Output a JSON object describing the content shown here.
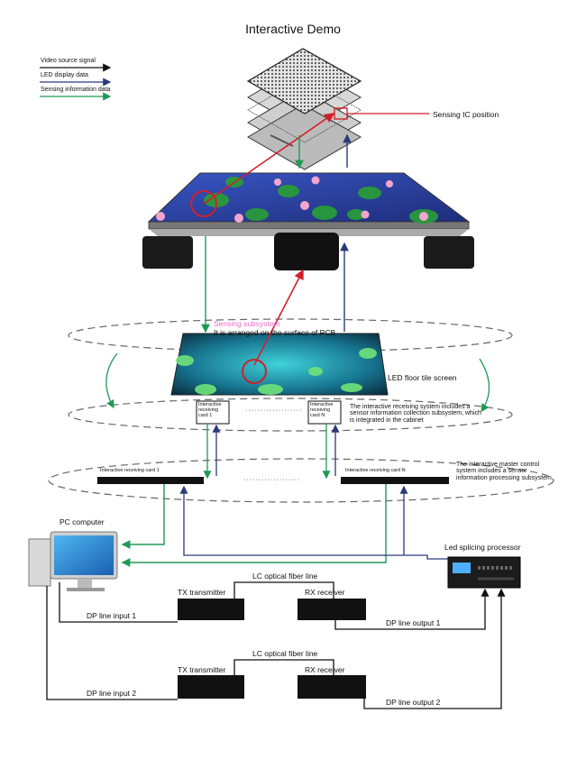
{
  "title": "Interactive Demo",
  "legend": [
    {
      "label": "Video source signal",
      "color": "#111111"
    },
    {
      "label": "LED display data",
      "color": "#2a3a7a"
    },
    {
      "label": "Sensing information data",
      "color": "#1e9a55"
    }
  ],
  "labels": {
    "sensing_ic": "Sensing IC position",
    "sensing_subsystem": "Sensing subsystem",
    "pcb_note": "It is arranged on the surface of PCB",
    "floor_tile": "LED floor tile screen",
    "card_1": "Interactive receiving card 1",
    "card_n": "Interactive receiving card N",
    "dots": "···················",
    "receiving_note": "The interactive receiving system includes a sensor information collection subsystem, which is integrated in the cabinet",
    "master_card_1": "Interactive receiving card 1",
    "master_card_n": "Interactive receiving card N",
    "master_note": "The interactive master control system includes a sensor information processing subsystem",
    "pc": "PC computer",
    "splicer": "Led splicing processor",
    "fiber_1": "LC optical fiber line",
    "tx_1": "TX transmitter",
    "rx_1": "RX receiver",
    "dp_in_1": "DP line input 1",
    "dp_out_1": "DP line output 1",
    "fiber_2": "LC optical fiber line",
    "tx_2": "TX transmitter",
    "rx_2": "RX receiver",
    "dp_in_2": "DP line input 2",
    "dp_out_2": "DP line output 2"
  },
  "colors": {
    "red": "#d0202a",
    "green": "#1e9a55",
    "blue": "#2a3a7a",
    "black": "#111111",
    "pink": "#e46fc2",
    "water": "#2c3f9e"
  }
}
